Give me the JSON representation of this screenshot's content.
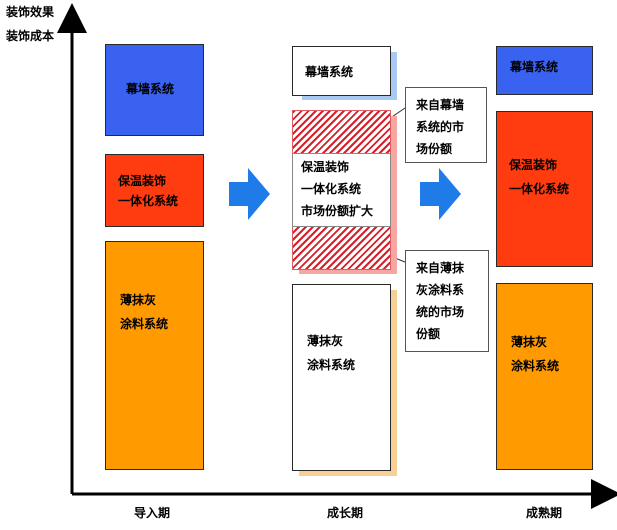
{
  "axes": {
    "y_label_line1": "装饰效果",
    "y_label_line2": "装饰成本",
    "x_labels": [
      "导入期",
      "成长期",
      "成熟期"
    ]
  },
  "stage1": {
    "curtain": "幕墙系统",
    "insulation_line1": "保温装饰",
    "insulation_line2": "一体化系统",
    "plaster_line1": "薄抹灰",
    "plaster_line2": "涂料系统"
  },
  "stage2": {
    "curtain": "幕墙系统",
    "insulation_line1": "保温装饰",
    "insulation_line2": "一体化系统",
    "insulation_line3": "市场份额扩大",
    "plaster_line1": "薄抹灰",
    "plaster_line2": "涂料系统",
    "callout_top_line1": "来自幕墙",
    "callout_top_line2": "系统的市",
    "callout_top_line3": "场份额",
    "callout_bottom_line1": "来自薄抹",
    "callout_bottom_line2": "灰涂料系",
    "callout_bottom_line3": "统的市场",
    "callout_bottom_line4": "份额"
  },
  "stage3": {
    "curtain": "幕墙系统",
    "insulation_line1": "保温装饰",
    "insulation_line2": "一体化系统",
    "plaster_line1": "薄抹灰",
    "plaster_line2": "涂料系统"
  },
  "colors": {
    "curtain_wall": "#3a62f0",
    "insulation": "#ff3c0f",
    "thin_plaster": "#ff9a00",
    "arrow": "#1e7be8"
  }
}
